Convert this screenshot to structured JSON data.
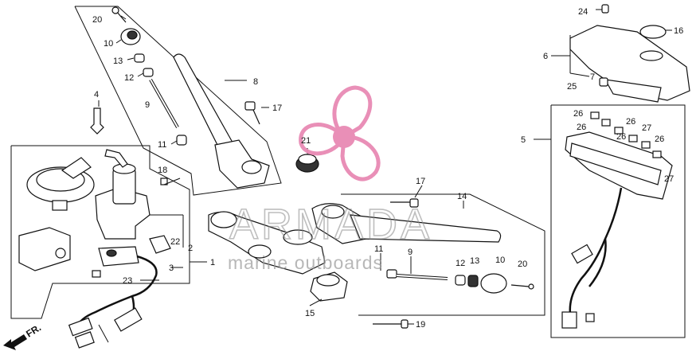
{
  "watermark": {
    "brand": "ARMADA",
    "tagline": "marine outboards",
    "logo_color": "#e88ab4"
  },
  "direction_marker": "FR.",
  "callouts": {
    "c20a": "20",
    "c10a": "10",
    "c13a": "13",
    "c12a": "12",
    "c9a": "9",
    "c11a": "11",
    "c8": "8",
    "c17a": "17",
    "c4": "4",
    "c18": "18",
    "c21": "21",
    "c22": "22",
    "c2": "2",
    "c3": "3",
    "c1": "1",
    "c23": "23",
    "c17b": "17",
    "c14": "14",
    "c11b": "11",
    "c9b": "9",
    "c12b": "12",
    "c13b": "13",
    "c10b": "10",
    "c20b": "20",
    "c15": "15",
    "c19": "19",
    "c24": "24",
    "c16": "16",
    "c6": "6",
    "c7": "7",
    "c25": "25",
    "c5": "5",
    "c26a": "26",
    "c26b": "26",
    "c26c": "26",
    "c26d": "26",
    "c26e": "26",
    "c27a": "27",
    "c27b": "27"
  }
}
